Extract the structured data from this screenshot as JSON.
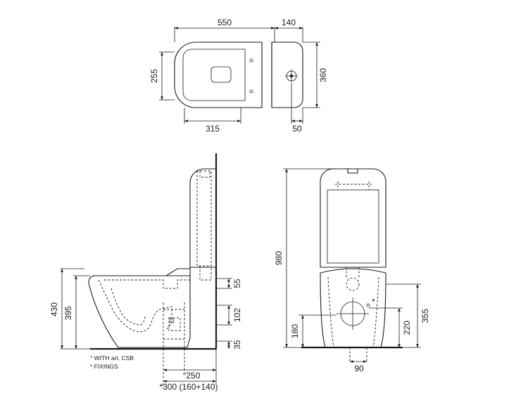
{
  "top_view": {
    "dims": {
      "bowl_length": "550",
      "tank_depth": "140",
      "seat_width": "255",
      "total_width": "360",
      "seat_length": "315",
      "tank_offset": "50"
    }
  },
  "side_view": {
    "dims": {
      "total_height": "430",
      "rim_height": "395",
      "inlet_height": "55",
      "outlet_height": "102",
      "floor_offset": "35",
      "outlet_distance": "°250",
      "fixing_distance": "*300 (160+140)"
    },
    "notes": {
      "csb": "° WITH art. CSB",
      "fixings": "* FIXINGS"
    }
  },
  "front_view": {
    "dims": {
      "total_height": "980",
      "left_height": "180",
      "right_height": "220",
      "outer_height": "355",
      "bottom_width": "90"
    },
    "fixing_mark": "*"
  }
}
